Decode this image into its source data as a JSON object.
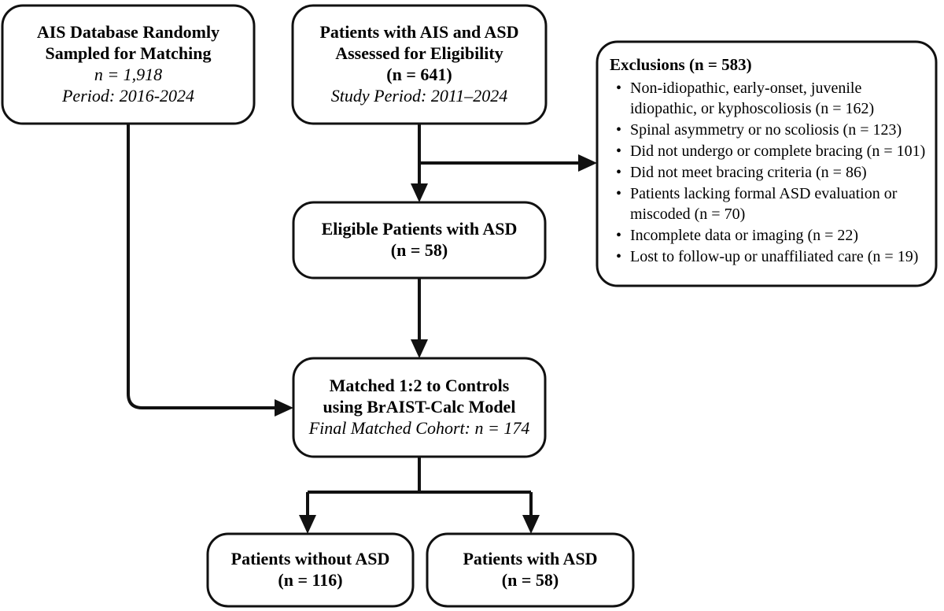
{
  "diagram": {
    "title": "Patient selection flow diagram",
    "line_color": "#111111",
    "box_fill": "#ffffff",
    "nodes": {
      "ais_database": {
        "name": "AIS Database Randomly Sampled for Matching",
        "lines": [
          {
            "text": "AIS Database Randomly",
            "style": "bold"
          },
          {
            "text": "Sampled for Matching",
            "style": "bold"
          },
          {
            "text": "n = 1,918",
            "style": "italic"
          },
          {
            "text": "Period: 2016-2024",
            "style": "italic"
          }
        ]
      },
      "assessed": {
        "name": "Patients with AIS and ASD Assessed for Eligibility",
        "lines": [
          {
            "text": "Patients with AIS and ASD",
            "style": "bold"
          },
          {
            "text": "Assessed for Eligibility",
            "style": "bold"
          },
          {
            "text": "(n = 641)",
            "style": "bold"
          },
          {
            "text": "Study Period: 2011–2024",
            "style": "italic"
          }
        ]
      },
      "eligible": {
        "name": "Eligible Patients with ASD",
        "lines": [
          {
            "text": "Eligible Patients with ASD",
            "style": "bold"
          },
          {
            "text": "(n = 58)",
            "style": "bold"
          }
        ]
      },
      "matched": {
        "name": "Matched 1:2 to Controls using BrAIST-Calc Model",
        "lines": [
          {
            "text": "Matched 1:2 to Controls",
            "style": "bold"
          },
          {
            "text": "using BrAIST-Calc Model",
            "style": "bold"
          },
          {
            "text": "Final Matched Cohort: n = 174",
            "style": "italic"
          }
        ]
      },
      "without_asd": {
        "name": "Patients without ASD",
        "lines": [
          {
            "text": "Patients without ASD",
            "style": "bold"
          },
          {
            "text": "(n = 116)",
            "style": "bold"
          }
        ]
      },
      "with_asd": {
        "name": "Patients with ASD",
        "lines": [
          {
            "text": "Patients with ASD",
            "style": "bold"
          },
          {
            "text": "(n = 58)",
            "style": "bold"
          }
        ]
      }
    },
    "exclusions": {
      "title": "Exclusions (n = 583)",
      "bullet_glyph": "•",
      "items": [
        "Non-idiopathic, early-onset, juvenile idiopathic, or kyphoscoliosis (n = 162)",
        "Spinal asymmetry or no scoliosis (n = 123)",
        "Did not undergo or complete bracing (n = 101)",
        "Did not meet bracing criteria (n = 86)",
        "Patients lacking formal ASD evaluation or miscoded (n = 70)",
        "Incomplete data or imaging (n = 22)",
        "Lost to follow-up or unaffiliated care (n = 19)"
      ]
    }
  }
}
